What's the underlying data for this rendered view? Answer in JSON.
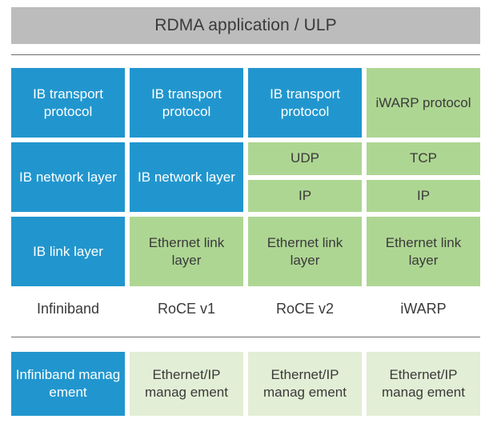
{
  "diagram": {
    "title_bar": {
      "label": "RDMA application / ULP",
      "background_color": "#bcbcbc"
    },
    "colors": {
      "blue": "#2196ce",
      "green": "#aed693",
      "light_green": "#e2eed5",
      "gray": "#bcbcbc",
      "text_dark": "#3a3a3a",
      "text_light": "#ffffff",
      "divider": "#6e6e6e"
    },
    "columns": [
      {
        "caption": "Infiniband",
        "cells": [
          {
            "label": "IB transport protocol",
            "color": "blue",
            "row": "transport"
          },
          {
            "label": "IB network layer",
            "color": "blue",
            "row": "network"
          },
          {
            "label": "IB link layer",
            "color": "blue",
            "row": "link"
          }
        ],
        "management": {
          "label": "Infiniband manag ement",
          "color": "blue"
        }
      },
      {
        "caption": "RoCE v1",
        "cells": [
          {
            "label": "IB transport protocol",
            "color": "blue",
            "row": "transport"
          },
          {
            "label": "IB network layer",
            "color": "blue",
            "row": "network"
          },
          {
            "label": "Ethernet link layer",
            "color": "green",
            "row": "link"
          }
        ],
        "management": {
          "label": "Ethernet/IP manag ement",
          "color": "light_green"
        }
      },
      {
        "caption": "RoCE v2",
        "cells": [
          {
            "label": "IB transport protocol",
            "color": "blue",
            "row": "transport"
          },
          {
            "label": "UDP",
            "color": "green",
            "row": "network_upper"
          },
          {
            "label": "IP",
            "color": "green",
            "row": "network_lower"
          },
          {
            "label": "Ethernet link layer",
            "color": "green",
            "row": "link"
          }
        ],
        "management": {
          "label": "Ethernet/IP manag ement",
          "color": "light_green"
        }
      },
      {
        "caption": "iWARP",
        "cells": [
          {
            "label": "iWARP protocol",
            "color": "green",
            "row": "transport"
          },
          {
            "label": "TCP",
            "color": "green",
            "row": "network_upper"
          },
          {
            "label": "IP",
            "color": "green",
            "row": "network_lower"
          },
          {
            "label": "Ethernet link layer",
            "color": "green",
            "row": "link"
          }
        ],
        "management": {
          "label": "Ethernet/IP manag ement",
          "color": "light_green"
        }
      }
    ]
  }
}
